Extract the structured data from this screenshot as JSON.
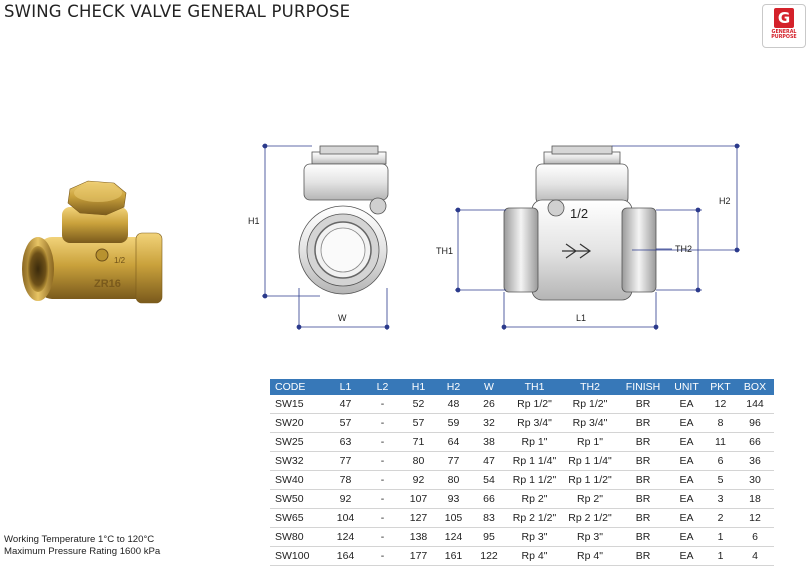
{
  "title": "SWING CHECK VALVE GENERAL PURPOSE",
  "badge": {
    "letter": "G",
    "line1": "GENERAL",
    "line2": "PURPOSE"
  },
  "colors": {
    "header_bg": "#3778b8",
    "dimension_line": "#2b3a8c",
    "badge_red": "#d4212a",
    "brass": "#c9a23a"
  },
  "drawing_labels": {
    "h1": "H1",
    "w": "W",
    "th1": "TH1",
    "th2": "TH2",
    "h2": "H2",
    "l1": "L1",
    "size_mark": "1/2"
  },
  "photo": {
    "body_marking": "ZR16",
    "size_marking": "1/2"
  },
  "table": {
    "headers": [
      "CODE",
      "L1",
      "L2",
      "H1",
      "H2",
      "W",
      "TH1",
      "TH2",
      "FINISH",
      "UNIT",
      "PKT",
      "BOX"
    ],
    "rows": [
      [
        "SW15",
        "47",
        "-",
        "52",
        "48",
        "26",
        "Rp 1/2\"",
        "Rp 1/2\"",
        "BR",
        "EA",
        "12",
        "144"
      ],
      [
        "SW20",
        "57",
        "-",
        "57",
        "59",
        "32",
        "Rp 3/4\"",
        "Rp 3/4\"",
        "BR",
        "EA",
        "8",
        "96"
      ],
      [
        "SW25",
        "63",
        "-",
        "71",
        "64",
        "38",
        "Rp 1\"",
        "Rp 1\"",
        "BR",
        "EA",
        "11",
        "66"
      ],
      [
        "SW32",
        "77",
        "-",
        "80",
        "77",
        "47",
        "Rp 1 1/4\"",
        "Rp 1 1/4\"",
        "BR",
        "EA",
        "6",
        "36"
      ],
      [
        "SW40",
        "78",
        "-",
        "92",
        "80",
        "54",
        "Rp 1 1/2\"",
        "Rp 1 1/2\"",
        "BR",
        "EA",
        "5",
        "30"
      ],
      [
        "SW50",
        "92",
        "-",
        "107",
        "93",
        "66",
        "Rp 2\"",
        "Rp 2\"",
        "BR",
        "EA",
        "3",
        "18"
      ],
      [
        "SW65",
        "104",
        "-",
        "127",
        "105",
        "83",
        "Rp 2 1/2\"",
        "Rp 2 1/2\"",
        "BR",
        "EA",
        "2",
        "12"
      ],
      [
        "SW80",
        "124",
        "-",
        "138",
        "124",
        "95",
        "Rp 3\"",
        "Rp 3\"",
        "BR",
        "EA",
        "1",
        "6"
      ],
      [
        "SW100",
        "164",
        "-",
        "177",
        "161",
        "122",
        "Rp 4\"",
        "Rp 4\"",
        "BR",
        "EA",
        "1",
        "4"
      ]
    ]
  },
  "notes": {
    "working_temperature": "Working Temperature  1°C to 120°C",
    "max_pressure": "Maximum Pressure Rating  1600 kPa"
  }
}
